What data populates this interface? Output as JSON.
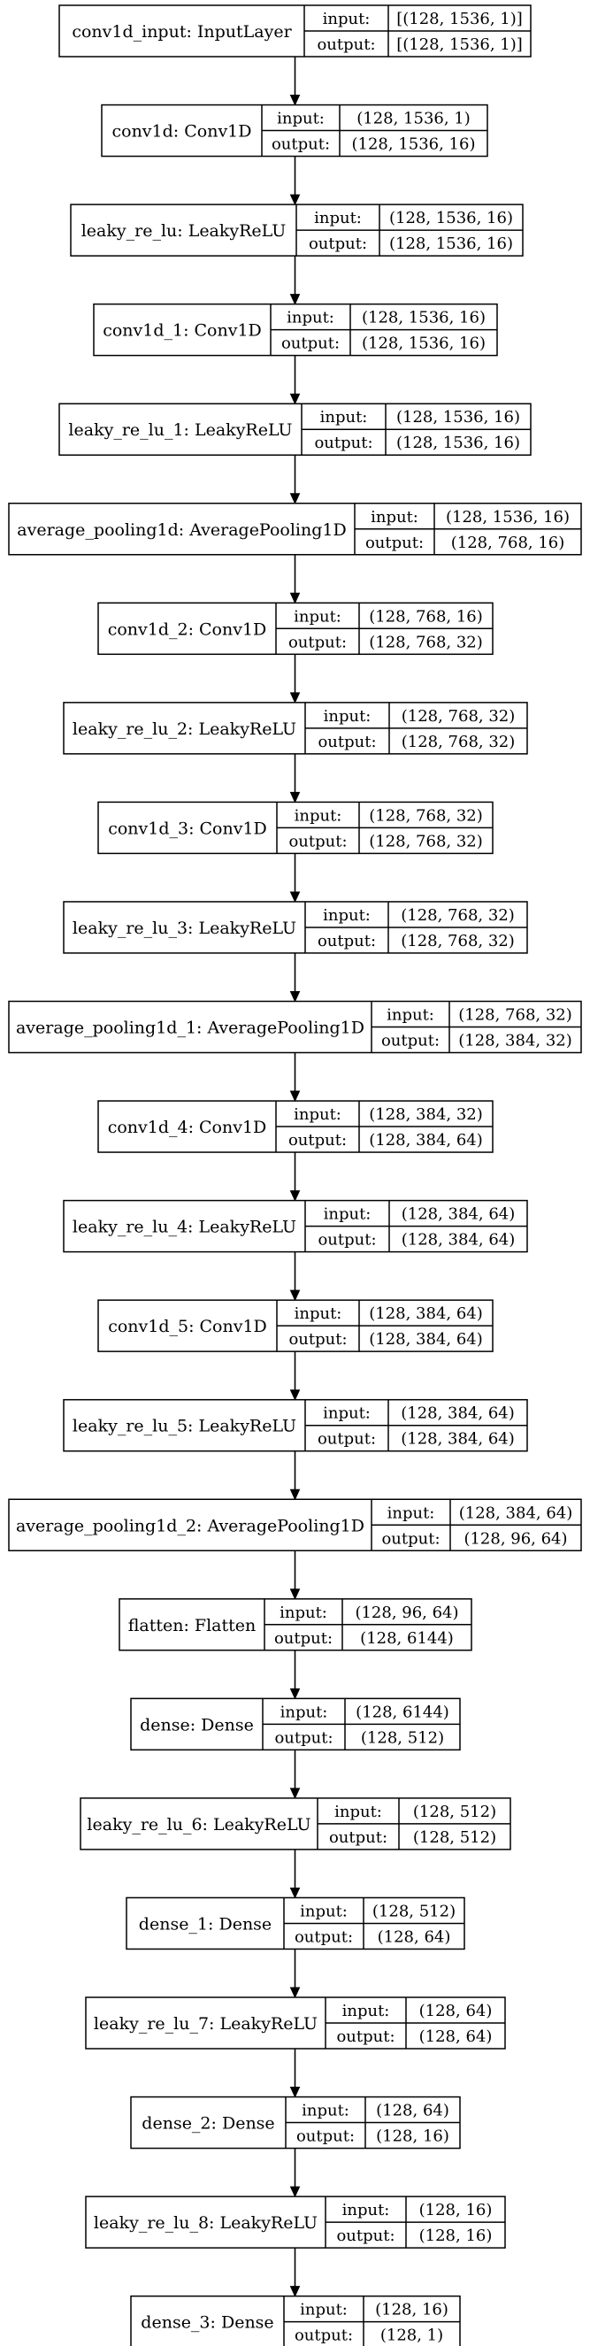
{
  "layers": [
    {
      "name": "conv1d_input: InputLayer",
      "input": "[(128, 1536, 1)]",
      "output": "[(128, 1536, 1)]"
    },
    {
      "name": "conv1d: Conv1D",
      "input": "(128, 1536, 1)",
      "output": "(128, 1536, 16)"
    },
    {
      "name": "leaky_re_lu: LeakyReLU",
      "input": "(128, 1536, 16)",
      "output": "(128, 1536, 16)"
    },
    {
      "name": "conv1d_1: Conv1D",
      "input": "(128, 1536, 16)",
      "output": "(128, 1536, 16)"
    },
    {
      "name": "leaky_re_lu_1: LeakyReLU",
      "input": "(128, 1536, 16)",
      "output": "(128, 1536, 16)"
    },
    {
      "name": "average_pooling1d: AveragePooling1D",
      "input": "(128, 1536, 16)",
      "output": "(128, 768, 16)"
    },
    {
      "name": "conv1d_2: Conv1D",
      "input": "(128, 768, 16)",
      "output": "(128, 768, 32)"
    },
    {
      "name": "leaky_re_lu_2: LeakyReLU",
      "input": "(128, 768, 32)",
      "output": "(128, 768, 32)"
    },
    {
      "name": "conv1d_3: Conv1D",
      "input": "(128, 768, 32)",
      "output": "(128, 768, 32)"
    },
    {
      "name": "leaky_re_lu_3: LeakyReLU",
      "input": "(128, 768, 32)",
      "output": "(128, 768, 32)"
    },
    {
      "name": "average_pooling1d_1: AveragePooling1D",
      "input": "(128, 768, 32)",
      "output": "(128, 384, 32)"
    },
    {
      "name": "conv1d_4: Conv1D",
      "input": "(128, 384, 32)",
      "output": "(128, 384, 64)"
    },
    {
      "name": "leaky_re_lu_4: LeakyReLU",
      "input": "(128, 384, 64)",
      "output": "(128, 384, 64)"
    },
    {
      "name": "conv1d_5: Conv1D",
      "input": "(128, 384, 64)",
      "output": "(128, 384, 64)"
    },
    {
      "name": "leaky_re_lu_5: LeakyReLU",
      "input": "(128, 384, 64)",
      "output": "(128, 384, 64)"
    },
    {
      "name": "average_pooling1d_2: AveragePooling1D",
      "input": "(128, 384, 64)",
      "output": "(128, 96, 64)"
    },
    {
      "name": "flatten: Flatten",
      "input": "(128, 96, 64)",
      "output": "(128, 6144)"
    },
    {
      "name": "dense: Dense",
      "input": "(128, 6144)",
      "output": "(128, 512)"
    },
    {
      "name": "leaky_re_lu_6: LeakyReLU",
      "input": "(128, 512)",
      "output": "(128, 512)"
    },
    {
      "name": "dense_1: Dense",
      "input": "(128, 512)",
      "output": "(128, 64)"
    },
    {
      "name": "leaky_re_lu_7: LeakyReLU",
      "input": "(128, 64)",
      "output": "(128, 64)"
    },
    {
      "name": "dense_2: Dense",
      "input": "(128, 64)",
      "output": "(128, 16)"
    },
    {
      "name": "leaky_re_lu_8: LeakyReLU",
      "input": "(128, 16)",
      "output": "(128, 16)"
    },
    {
      "name": "dense_3: Dense",
      "input": "(128, 16)",
      "output": "(128, 1)"
    }
  ],
  "labels": {
    "input": "input:",
    "output": "output:"
  }
}
